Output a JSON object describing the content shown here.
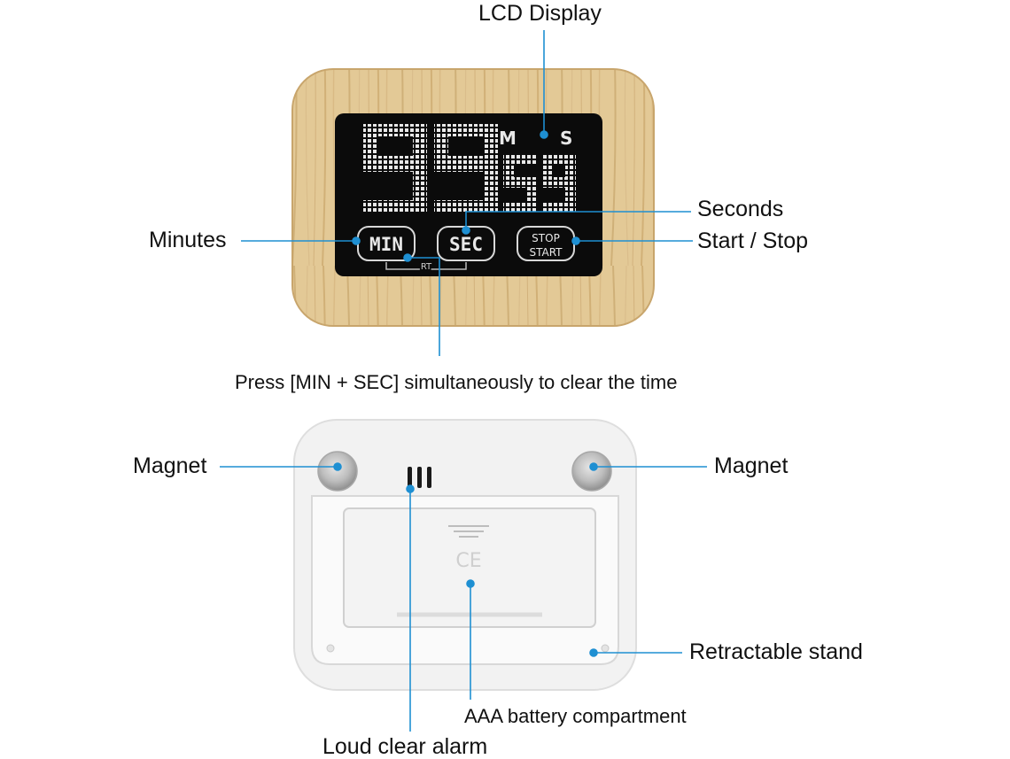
{
  "colors": {
    "callout": "#1e8fd2",
    "wood_light": "#e7cf9c",
    "wood_dark": "#c9a56a",
    "lcd": "#0b0b0b",
    "lcd_digit": "#e8e8e8",
    "casing": "#f1f1f1",
    "magnet": "#b9b9b9"
  },
  "labels": {
    "lcd_display": "LCD Display",
    "minutes": "Minutes",
    "seconds": "Seconds",
    "start_stop": "Start / Stop",
    "clear_time": "Press [MIN + SEC] simultaneously to clear the time",
    "magnet_left": "Magnet",
    "magnet_right": "Magnet",
    "retractable_stand": "Retractable stand",
    "battery": "AAA battery compartment",
    "alarm": "Loud clear alarm"
  },
  "display": {
    "minutes_value": "99",
    "seconds_value": "59",
    "m_marker": "M",
    "s_marker": "S"
  },
  "buttons": {
    "min": "MIN",
    "sec": "SEC",
    "stop": "STOP",
    "start": "START",
    "rt": "RT"
  },
  "back": {
    "ce_mark": "CE"
  },
  "icons": {
    "speaker": "speaker-grille-icon",
    "battery_arrow": "battery-open-arrow-icon"
  }
}
